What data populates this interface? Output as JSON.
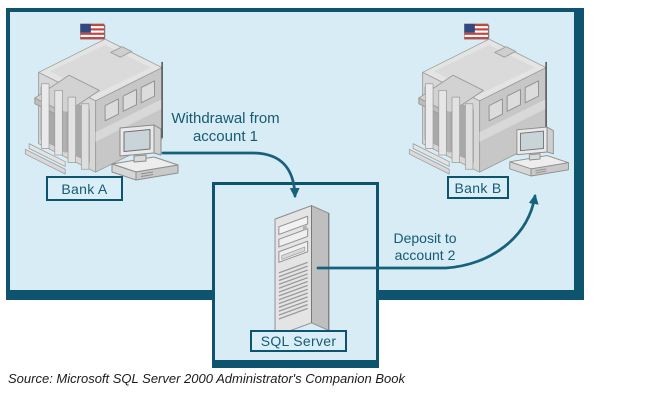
{
  "figure": {
    "source_caption": "Source: Microsoft SQL Server 2000 Administrator's Companion Book"
  },
  "nodes": {
    "bank_a": {
      "label": "Bank A"
    },
    "bank_b": {
      "label": "Bank B"
    },
    "sql_server": {
      "label": "SQL Server"
    }
  },
  "flows": {
    "withdrawal": {
      "line1": "Withdrawal from",
      "line2": "account 1",
      "from": "bank_a",
      "to": "sql_server"
    },
    "deposit": {
      "line1": "Deposit to",
      "line2": "account 2",
      "from": "sql_server",
      "to": "bank_b"
    }
  },
  "icons": [
    "bank-building-icon",
    "us-flag-icon",
    "desktop-computer-icon",
    "server-tower-icon",
    "arrow-icon"
  ],
  "colors": {
    "frame": "#0e546f",
    "panel": "#d7ecf5",
    "labelfill": "#daeef8",
    "text": "#175a73",
    "arrow": "#17617b",
    "caption": "#1c1c1c"
  }
}
